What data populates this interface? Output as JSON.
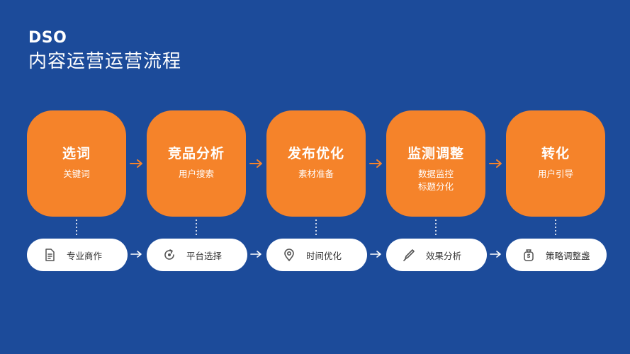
{
  "header": {
    "title": "DSO",
    "subtitle": "内容运营运营流程"
  },
  "colors": {
    "background": "#1c4b9a",
    "step_fill": "#f5832a",
    "arrow": "#f5832a",
    "pill_fill": "#ffffff",
    "pill_text": "#333333",
    "icon_stroke": "#555555"
  },
  "steps": [
    {
      "title": "选词",
      "lines": [
        "关键词"
      ]
    },
    {
      "title": "竞品分析",
      "lines": [
        "用户搜索"
      ]
    },
    {
      "title": "发布优化",
      "lines": [
        "素材准备"
      ]
    },
    {
      "title": "监测调整",
      "lines": [
        "数据监控",
        "标题分化"
      ]
    },
    {
      "title": "转化",
      "lines": [
        "用户引导"
      ]
    }
  ],
  "pills": [
    {
      "icon": "document-icon",
      "label": "专业商作"
    },
    {
      "icon": "refresh-icon",
      "label": "平台选择"
    },
    {
      "icon": "location-pin-icon",
      "label": "时间优化"
    },
    {
      "icon": "pen-icon",
      "label": "效果分析"
    },
    {
      "icon": "money-bag-icon",
      "label": "策略调整盏"
    }
  ]
}
